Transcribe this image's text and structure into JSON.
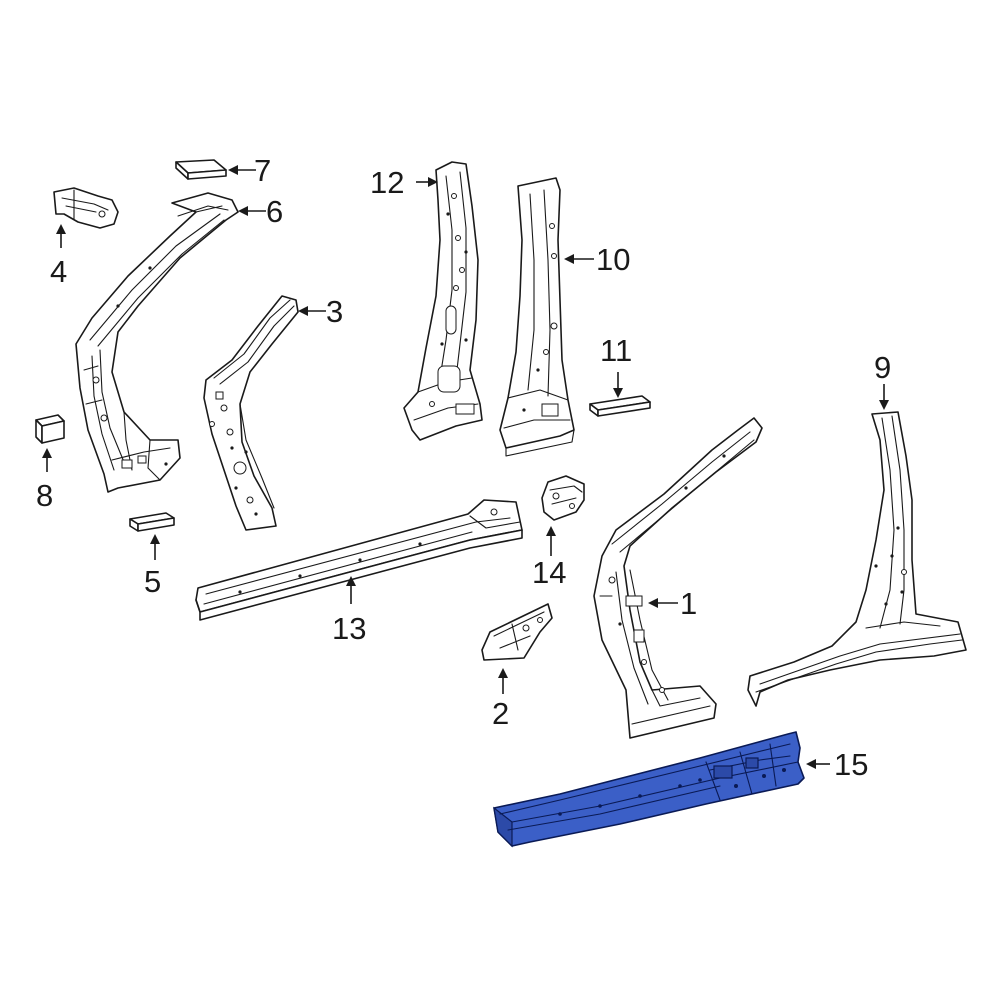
{
  "highlight_color": "#3b5fc7",
  "callouts": {
    "c1": "1",
    "c2": "2",
    "c3": "3",
    "c4": "4",
    "c5": "5",
    "c6": "6",
    "c7": "7",
    "c8": "8",
    "c9": "9",
    "c10": "10",
    "c11": "11",
    "c12": "12",
    "c13": "13",
    "c14": "14",
    "c15": "15"
  }
}
